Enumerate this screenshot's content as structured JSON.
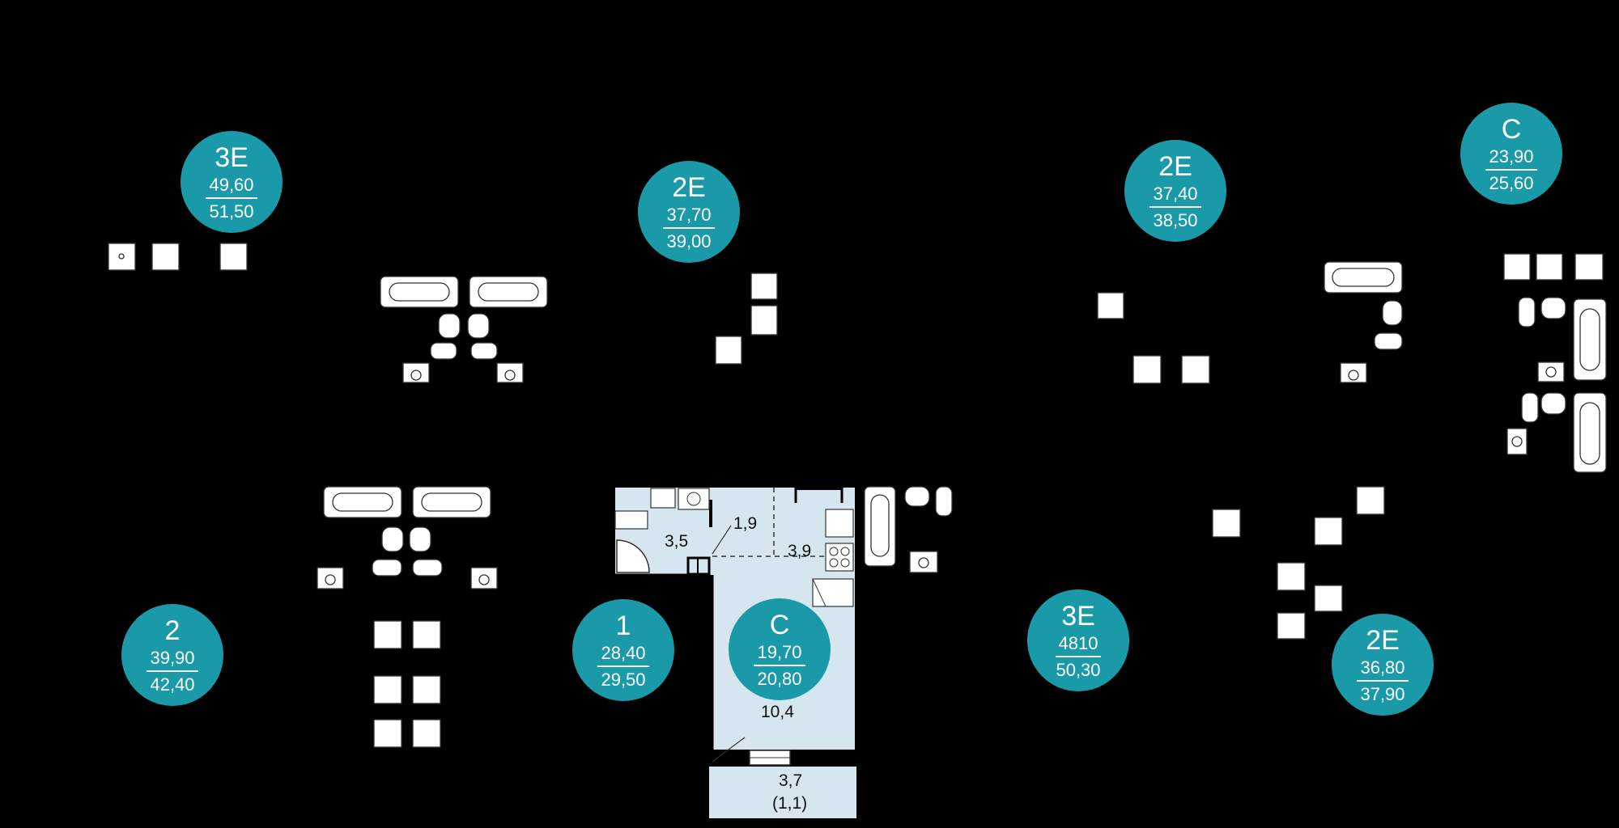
{
  "units": [
    {
      "type": "3E",
      "area_living": "49,60",
      "area_total": "51,50"
    },
    {
      "type": "2E",
      "area_living": "37,70",
      "area_total": "39,00"
    },
    {
      "type": "2E",
      "area_living": "37,40",
      "area_total": "38,50"
    },
    {
      "type": "C",
      "area_living": "23,90",
      "area_total": "25,60"
    },
    {
      "type": "2",
      "area_living": "39,90",
      "area_total": "42,40"
    },
    {
      "type": "1",
      "area_living": "28,40",
      "area_total": "29,50"
    },
    {
      "type": "C",
      "area_living": "19,70",
      "area_total": "20,80"
    },
    {
      "type": "3E",
      "area_living": "4810",
      "area_total": "50,30"
    },
    {
      "type": "2E",
      "area_living": "36,80",
      "area_total": "37,90"
    }
  ],
  "rooms": {
    "bath": "3,5",
    "hall": "1,9",
    "kitchen": "3,9",
    "living": "10,4",
    "balcony": "3,7",
    "balcony_reduced": "(1,1)"
  },
  "colors": {
    "badge": "#1a9aa8",
    "plan_fill": "#d6e6ef",
    "background": "#000000"
  }
}
